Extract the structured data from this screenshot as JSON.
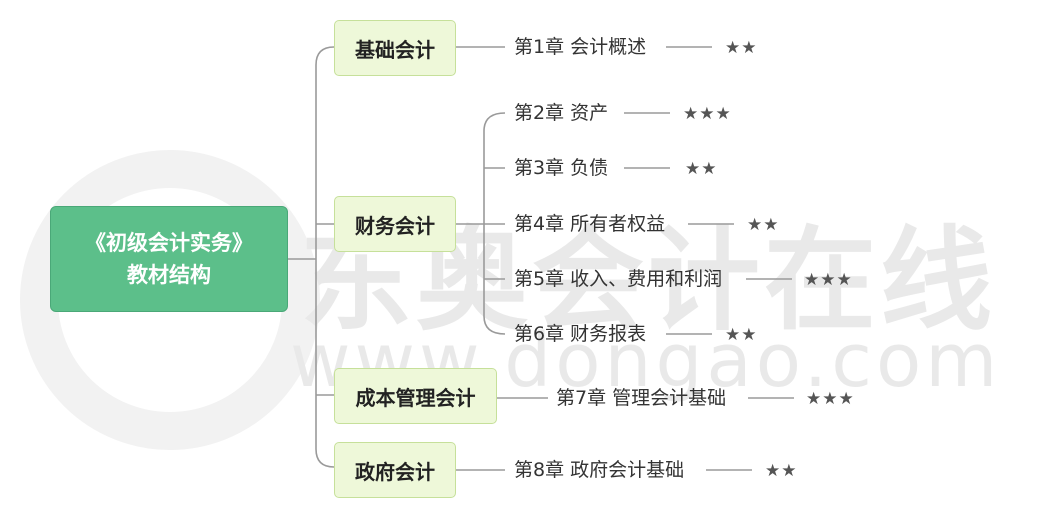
{
  "root": {
    "title_line1": "《初级会计实务》",
    "title_line2": "教材结构"
  },
  "nodes": [
    {
      "label": "基础会计"
    },
    {
      "label": "财务会计"
    },
    {
      "label": "成本管理会计"
    },
    {
      "label": "政府会计"
    }
  ],
  "chapters": [
    {
      "label": "第1章  会计概述",
      "stars": "★★"
    },
    {
      "label": "第2章  资产",
      "stars": "★★★"
    },
    {
      "label": "第3章  负债",
      "stars": "★★"
    },
    {
      "label": "第4章  所有者权益",
      "stars": "★★"
    },
    {
      "label": "第5章  收入、费用和利润",
      "stars": "★★★"
    },
    {
      "label": "第6章  财务报表",
      "stars": "★★"
    },
    {
      "label": "第7章  管理会计基础",
      "stars": "★★★"
    },
    {
      "label": "第8章  政府会计基础",
      "stars": "★★"
    }
  ],
  "watermark": {
    "logo_text": "东奥会计在线",
    "url_text": "www.dongao.com"
  }
}
